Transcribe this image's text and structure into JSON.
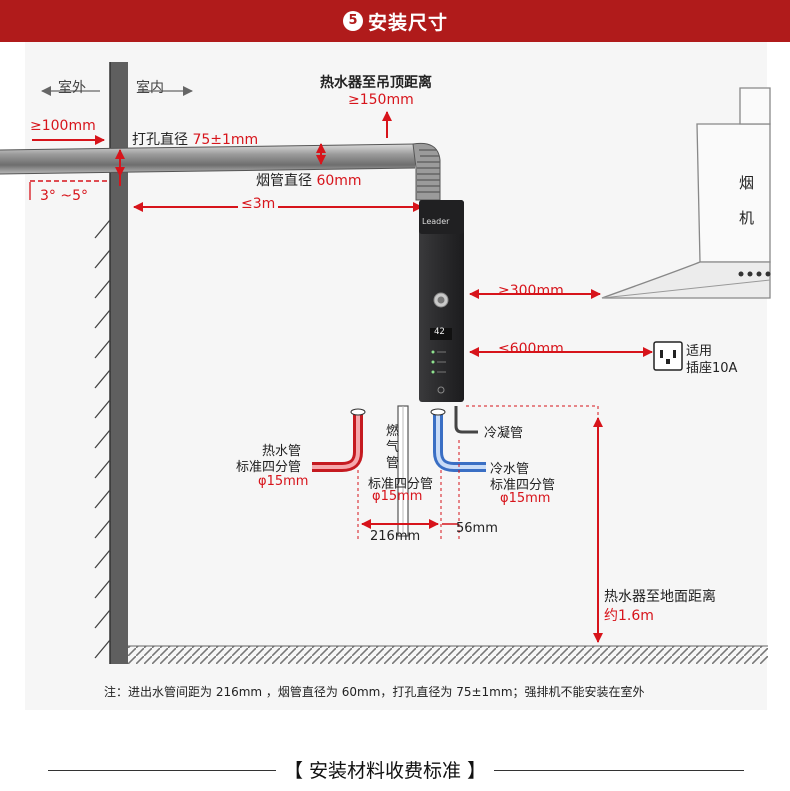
{
  "header": {
    "step_number": "5",
    "title": "安装尺寸"
  },
  "labels": {
    "outdoor": "室外",
    "indoor": "室内",
    "ceiling_title": "热水器至吊顶距离",
    "ceiling_value": "≥150mm",
    "outside_ext": "≥100mm",
    "hole_label": "打孔直径",
    "hole_value": "75±1mm",
    "flue_label": "烟管直径",
    "flue_value": "60mm",
    "slope": "3° ~5°",
    "max_length": "≤3m",
    "hood_char1": "烟",
    "hood_char2": "机",
    "hood_distance": "≥300mm",
    "socket_distance": "≤600mm",
    "socket_line1": "适用",
    "socket_line2": "插座10A",
    "brand": "Leader",
    "display_value": "42",
    "hot_pipe": "热水管",
    "hot_spec": "标准四分管",
    "hot_dia": "φ15mm",
    "gas_pipe_1": "燃",
    "gas_pipe_2": "气",
    "gas_pipe_3": "管",
    "gas_spec": "标准四分管",
    "gas_dia": "φ15mm",
    "condense_pipe": "冷凝管",
    "cold_pipe": "冷水管",
    "cold_spec": "标准四分管",
    "cold_dia": "φ15mm",
    "spacing_216": "216mm",
    "spacing_56": "56mm",
    "floor_title": "热水器至地面距离",
    "floor_value": "约1.6m"
  },
  "note": "注：进出水管间距为 216mm ，烟管直径为 60mm，打孔直径为 75±1mm；强排机不能安装在室外",
  "footer": {
    "title": "【 安装材料收费标准 】"
  },
  "colors": {
    "accent": "#d7141b",
    "banner": "#b01b1b",
    "hot_pipe": "#e8454b",
    "cold_pipe": "#7fa8e0"
  }
}
